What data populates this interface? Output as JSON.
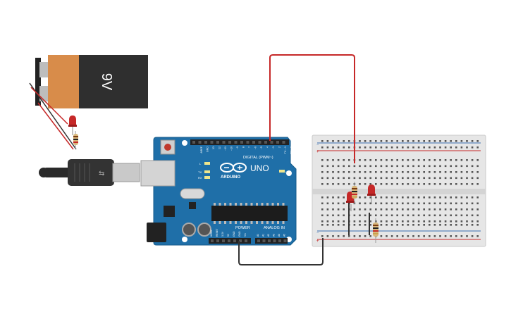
{
  "battery": {
    "label": "9V"
  },
  "arduino": {
    "brand": "ARDUINO",
    "model": "UNO",
    "digital_header": "DIGITAL (PWM~)",
    "power_header": "POWER",
    "analog_header": "ANALOG IN",
    "on_label": "ON",
    "tx_label": "TX",
    "rx_label": "RX",
    "l_label": "L",
    "top_pins": [
      "AREF",
      "GND",
      "13",
      "12",
      "~11",
      "~10",
      "~9",
      "8",
      "7",
      "~6",
      "~5",
      "4",
      "~3",
      "2",
      "TX→1",
      "RX←0"
    ],
    "power_pins": [
      "IOREF",
      "RESET",
      "3.3V",
      "5V",
      "GND",
      "GND",
      "Vin"
    ],
    "analog_pins": [
      "A0",
      "A1",
      "A2",
      "A3",
      "A4",
      "A5"
    ]
  },
  "colors": {
    "arduino_board": "#1f6fa8",
    "wire_red": "#c62828",
    "wire_black": "#333333",
    "battery_orange": "#d88c4a",
    "battery_dark": "#2f2f2f",
    "led_red": "#c62828",
    "breadboard": "#e6e6e6"
  }
}
